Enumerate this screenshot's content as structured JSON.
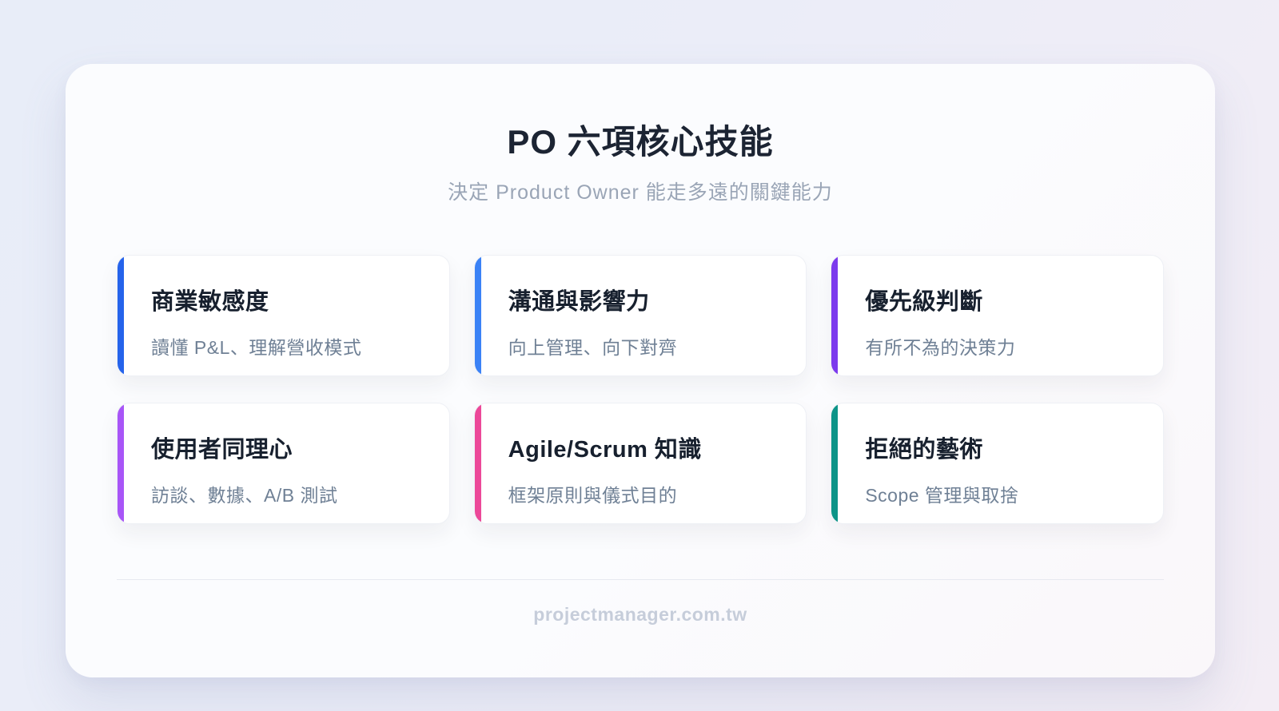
{
  "header": {
    "title": "PO 六項核心技能",
    "subtitle": "決定 Product Owner 能走多遠的關鍵能力"
  },
  "cards": [
    {
      "title": "商業敏感度",
      "desc": "讀懂 P&L、理解營收模式",
      "accent": "#2563eb"
    },
    {
      "title": "溝通與影響力",
      "desc": "向上管理、向下對齊",
      "accent": "#3b82f6"
    },
    {
      "title": "優先級判斷",
      "desc": "有所不為的決策力",
      "accent": "#7c3aed"
    },
    {
      "title": "使用者同理心",
      "desc": "訪談、數據、A/B 測試",
      "accent": "#a855f7"
    },
    {
      "title": "Agile/Scrum 知識",
      "desc": "框架原則與儀式目的",
      "accent": "#ec4899"
    },
    {
      "title": "拒絕的藝術",
      "desc": "Scope 管理與取捨",
      "accent": "#0d9488"
    }
  ],
  "footer": {
    "site": "projectmanager.com.tw"
  },
  "colors": {
    "background_start": "#e8edf8",
    "background_end": "#f3edf5",
    "panel": "#fbfcfe",
    "title_text": "#1c2433",
    "subtitle_text": "#9aa5b6",
    "card_title_text": "#17202e",
    "card_desc_text": "#6f8095",
    "divider": "#e7e9f0",
    "footer_text": "#c6cdda"
  }
}
